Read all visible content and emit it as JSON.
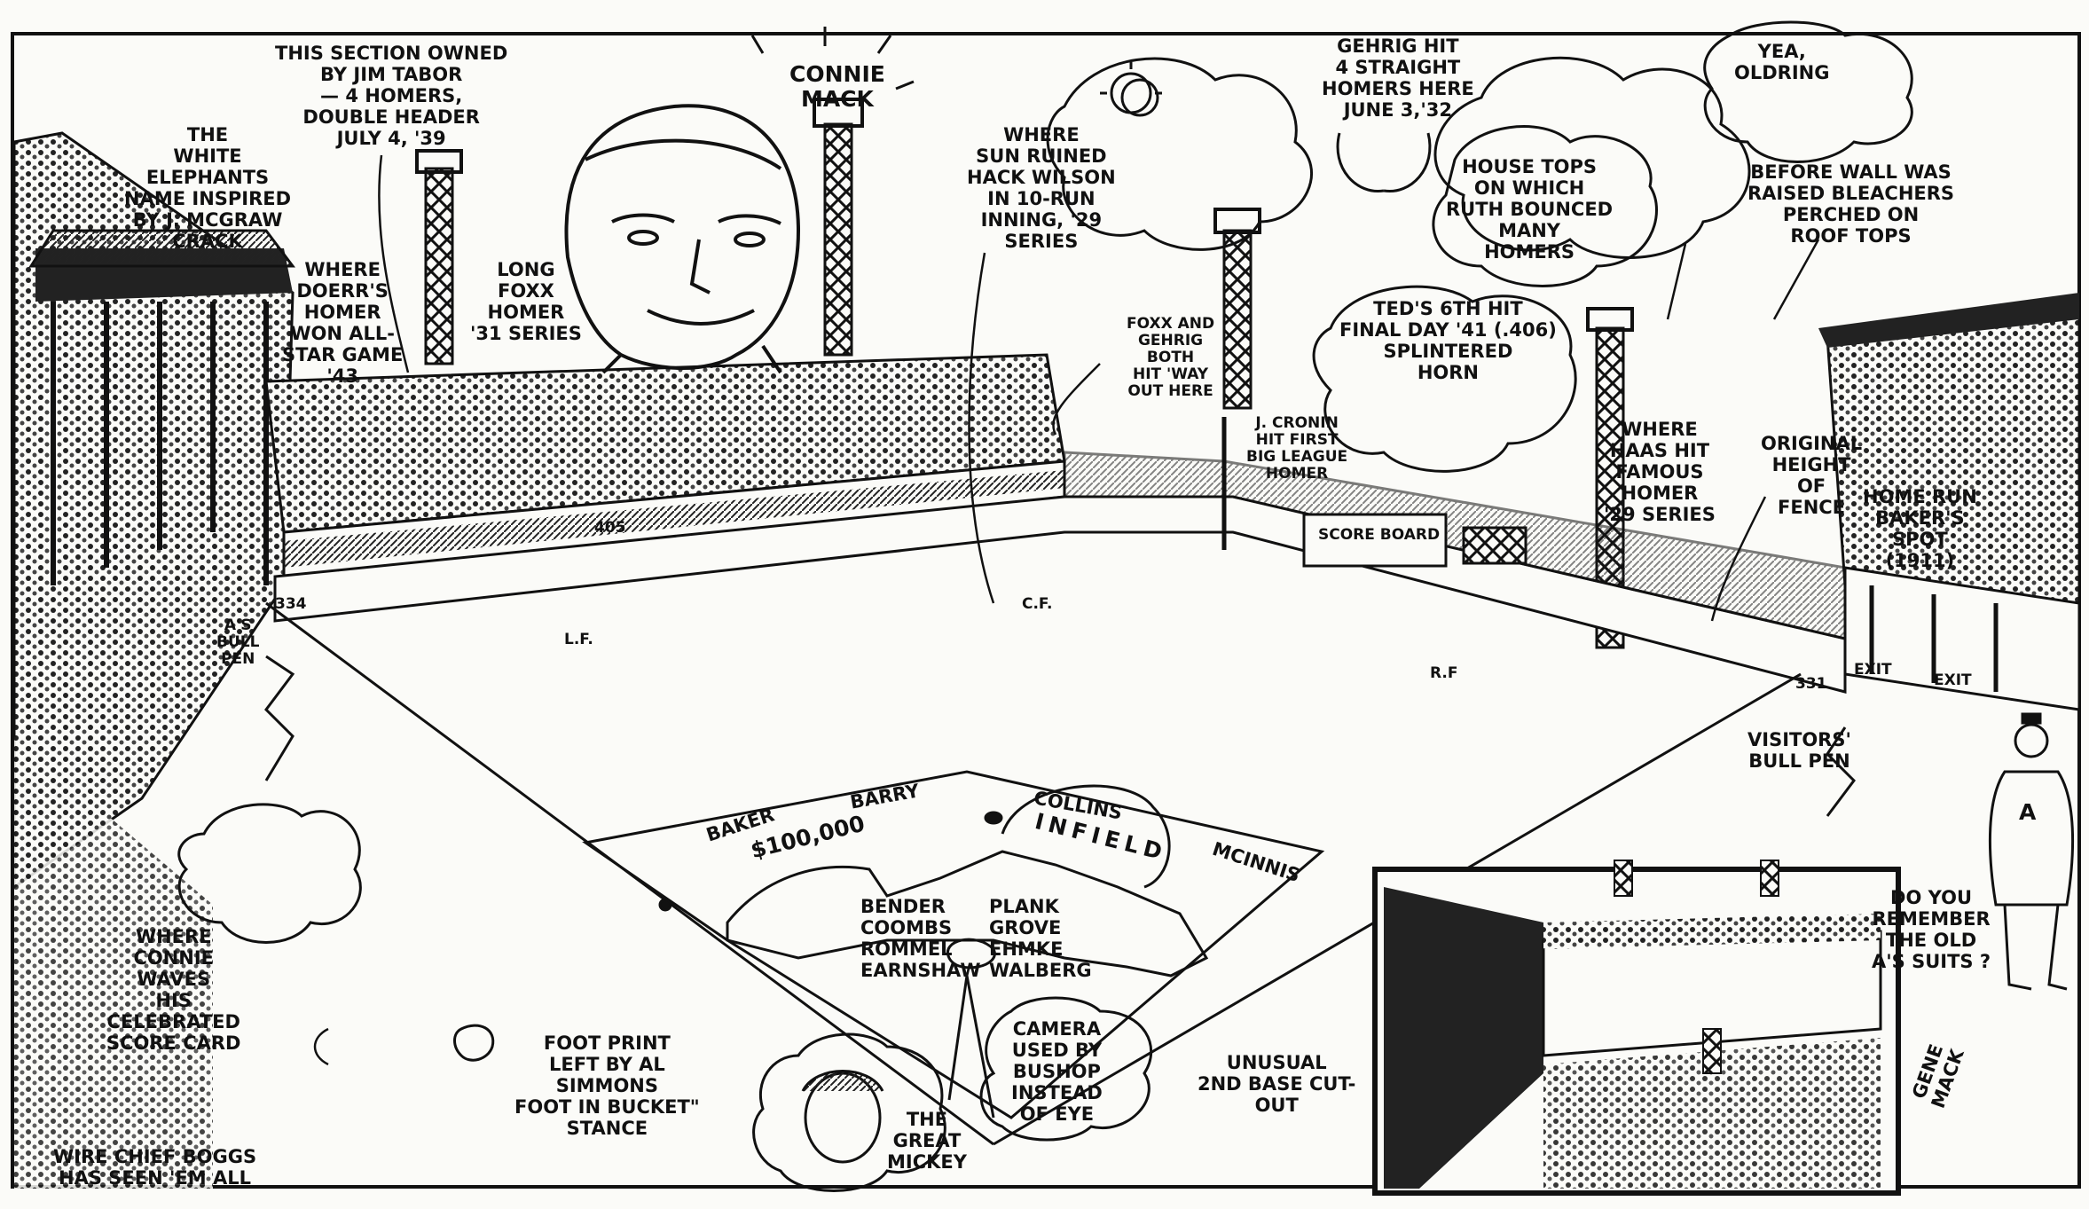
{
  "labels": {
    "white_elephants": [
      "THE",
      "WHITE",
      "ELEPHANTS",
      "NAME INSPIRED",
      "BY J. McGRAW",
      "CRACK"
    ],
    "tabor": [
      "THIS SECTION OWNED",
      "BY JIM TABOR",
      "— 4 HOMERS,",
      "DOUBLE HEADER",
      "JULY 4, '39"
    ],
    "connie_mack": [
      "CONNIE",
      "MACK"
    ],
    "doerr": [
      "WHERE",
      "DOERR'S",
      "HOMER",
      "WON ALL-",
      "STAR GAME",
      "'43"
    ],
    "foxx_31": [
      "LONG",
      "FOXX",
      "HOMER",
      "'31 SERIES"
    ],
    "hack_wilson": [
      "WHERE",
      "SUN RUINED",
      "HACK WILSON",
      "IN 10-RUN",
      "INNING, '29",
      "SERIES"
    ],
    "gehrig_4": [
      "GEHRIG HIT",
      "4 STRAIGHT",
      "HOMERS HERE",
      "JUNE 3,'32"
    ],
    "oldring": [
      "YEA,",
      "OLDRING"
    ],
    "house_tops": [
      "HOUSE TOPS",
      "ON WHICH",
      "RUTH BOUNCED",
      "MANY",
      "HOMERS"
    ],
    "before_wall": [
      "BEFORE WALL WAS",
      "RAISED BLEACHERS",
      "PERCHED ON",
      "ROOF TOPS"
    ],
    "foxx_gehrig": [
      "FOXX AND",
      "GEHRIG",
      "BOTH",
      "HIT 'WAY",
      "OUT HERE"
    ],
    "ted": [
      "TED'S 6TH HIT",
      "FINAL DAY '41 (.406)",
      "SPLINTERED",
      "HORN"
    ],
    "cronin": [
      "J. CRONIN",
      "HIT FIRST",
      "BIG LEAGUE",
      "HOMER"
    ],
    "haas": [
      "WHERE",
      "HAAS HIT",
      "FAMOUS",
      "HOMER",
      "'29 SERIES"
    ],
    "original_height": [
      "ORIGINAL",
      "HEIGHT",
      "OF",
      "FENCE"
    ],
    "baker_spot": [
      "HOME RUN",
      "BAKER'S",
      "SPOT",
      "(1911)"
    ],
    "as_bull_pen": [
      "A'S",
      "BULL",
      "PEN"
    ],
    "visitors_bull_pen": [
      "VISITORS'",
      "BULL PEN"
    ],
    "connie_waves": [
      "WHERE",
      "CONNIE",
      "WAVES",
      "HIS",
      "CELEBRATED",
      "SCORE CARD"
    ],
    "wire_chief": [
      "WIRE CHIEF BOGGS",
      "HAS SEEN 'EM ALL"
    ],
    "foot_print": [
      "FOOT PRINT",
      "LEFT BY AL",
      "SIMMONS",
      "FOOT IN BUCKET\"",
      "STANCE"
    ],
    "great_mickey": [
      "THE",
      "GREAT",
      "MICKEY"
    ],
    "camera": [
      "CAMERA",
      "USED BY",
      "BUSHOP",
      "INSTEAD",
      "OF EYE"
    ],
    "second_base": [
      "UNUSUAL",
      "2ND BASE CUT-",
      "OUT"
    ],
    "do_you_remember": [
      "DO YOU",
      "REMEMBER",
      "THE OLD",
      "A'S SUITS ?"
    ]
  },
  "field": {
    "lf": "L.F.",
    "cf": "C.F.",
    "rf": "R.F",
    "score_board": "SCORE BOARD",
    "dist_334": "334",
    "dist_405": "405",
    "dist_331": "331",
    "exit": "EXIT",
    "exit_2": "EXIT",
    "jersey_letter": "A"
  },
  "infield": {
    "baker": "BAKER",
    "barry": "BARRY",
    "collins": "COLLINS",
    "mcinnis": "McINNIS",
    "price": "$100,000",
    "infield": "INFIELD"
  },
  "pitchers": {
    "left": [
      "BENDER",
      "COOMBS",
      "ROMMEL",
      "EARNSHAW"
    ],
    "right": [
      "PLANK",
      "GROVE",
      "EHMKE",
      "WALBERG"
    ]
  },
  "signature": [
    "GENE",
    "MACK"
  ]
}
